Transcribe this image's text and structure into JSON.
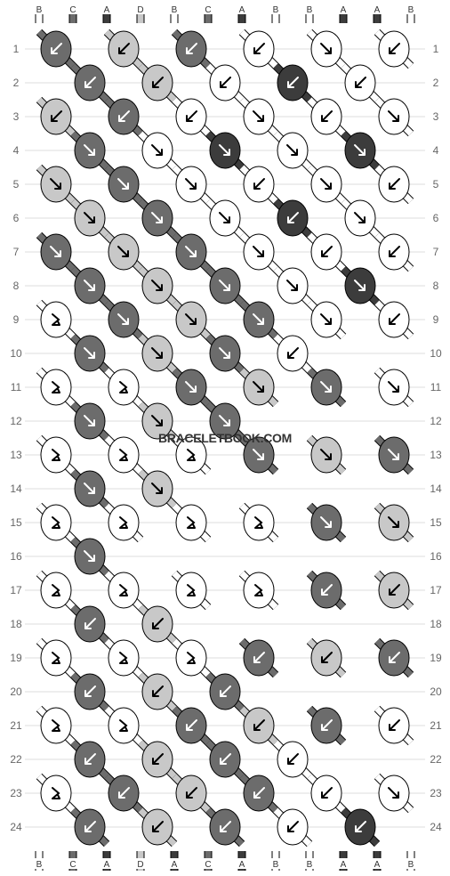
{
  "colors": {
    "A": "#3c3c3c",
    "B": "#ffffff",
    "C": "#6c6c6c",
    "D": "#c8c8c8"
  },
  "strands_top": [
    "B",
    "C",
    "A",
    "D",
    "B",
    "C",
    "A",
    "B",
    "B",
    "A",
    "A",
    "B"
  ],
  "strands_bottom": [
    "B",
    "C",
    "A",
    "D",
    "A",
    "C",
    "A",
    "B",
    "B",
    "A",
    "A",
    "B"
  ],
  "row_numbers": [
    "1",
    "2",
    "3",
    "4",
    "5",
    "6",
    "7",
    "8",
    "9",
    "10",
    "11",
    "12",
    "13",
    "14",
    "15",
    "16",
    "17",
    "18",
    "19",
    "20",
    "21",
    "22",
    "23",
    "24"
  ],
  "watermark": "BRACELETBOOK.COM",
  "knots": {
    "1": [
      [
        "C",
        "bl"
      ],
      [
        "D",
        "bl"
      ],
      [
        "C",
        "bl"
      ],
      [
        "B",
        "bl"
      ],
      [
        "B",
        "br"
      ],
      [
        "B",
        "bl"
      ]
    ],
    "2": [
      [
        "C",
        "bl"
      ],
      [
        "D",
        "bl"
      ],
      [
        "B",
        "bl"
      ],
      [
        "A",
        "bl"
      ],
      [
        "B",
        "bl"
      ]
    ],
    "3": [
      [
        "D",
        "bl"
      ],
      [
        "C",
        "bl"
      ],
      [
        "B",
        "bl"
      ],
      [
        "B",
        "br"
      ],
      [
        "B",
        "bl"
      ],
      [
        "B",
        "br"
      ]
    ],
    "4": [
      [
        "C",
        "br"
      ],
      [
        "B",
        "br"
      ],
      [
        "A",
        "br"
      ],
      [
        "B",
        "br"
      ],
      [
        "A",
        "br"
      ]
    ],
    "5": [
      [
        "D",
        "br"
      ],
      [
        "C",
        "br"
      ],
      [
        "B",
        "br"
      ],
      [
        "B",
        "bl"
      ],
      [
        "B",
        "br"
      ],
      [
        "B",
        "bl"
      ]
    ],
    "6": [
      [
        "D",
        "br"
      ],
      [
        "C",
        "br"
      ],
      [
        "B",
        "br"
      ],
      [
        "A",
        "bl"
      ],
      [
        "B",
        "br"
      ]
    ],
    "7": [
      [
        "C",
        "br"
      ],
      [
        "D",
        "br"
      ],
      [
        "C",
        "br"
      ],
      [
        "B",
        "br"
      ],
      [
        "B",
        "bl"
      ],
      [
        "B",
        "bl"
      ]
    ],
    "8": [
      [
        "C",
        "br"
      ],
      [
        "D",
        "br"
      ],
      [
        "C",
        "br"
      ],
      [
        "B",
        "br"
      ],
      [
        "A",
        "br"
      ]
    ],
    "9": [
      [
        "B",
        "cr"
      ],
      [
        "C",
        "br"
      ],
      [
        "D",
        "br"
      ],
      [
        "C",
        "br"
      ],
      [
        "B",
        "br"
      ],
      [
        "B",
        "bl"
      ]
    ],
    "10": [
      [
        "C",
        "br"
      ],
      [
        "D",
        "br"
      ],
      [
        "C",
        "br"
      ],
      [
        "B",
        "bl"
      ]
    ],
    "11": [
      [
        "B",
        "cr"
      ],
      [
        "B",
        "cr"
      ],
      [
        "C",
        "br"
      ],
      [
        "D",
        "br"
      ],
      [
        "C",
        "br"
      ],
      [
        "B",
        "br"
      ]
    ],
    "12": [
      [
        "C",
        "br"
      ],
      [
        "D",
        "br"
      ],
      [
        "C",
        "br"
      ]
    ],
    "13": [
      [
        "B",
        "cr"
      ],
      [
        "B",
        "cr"
      ],
      [
        "B",
        "cr"
      ],
      [
        "C",
        "br"
      ],
      [
        "D",
        "br"
      ],
      [
        "C",
        "br"
      ]
    ],
    "14": [
      [
        "C",
        "br"
      ],
      [
        "D",
        "br"
      ]
    ],
    "15": [
      [
        "B",
        "cr"
      ],
      [
        "B",
        "cr"
      ],
      [
        "B",
        "cr"
      ],
      [
        "B",
        "cr"
      ],
      [
        "C",
        "br"
      ],
      [
        "D",
        "br"
      ]
    ],
    "16": [
      [
        "C",
        "br"
      ]
    ],
    "17": [
      [
        "B",
        "cr"
      ],
      [
        "B",
        "cr"
      ],
      [
        "B",
        "cr"
      ],
      [
        "B",
        "cr"
      ],
      [
        "C",
        "bl"
      ],
      [
        "D",
        "bl"
      ]
    ],
    "18": [
      [
        "C",
        "bl"
      ],
      [
        "D",
        "bl"
      ]
    ],
    "19": [
      [
        "B",
        "cr"
      ],
      [
        "B",
        "cr"
      ],
      [
        "B",
        "cr"
      ],
      [
        "C",
        "bl"
      ],
      [
        "D",
        "bl"
      ],
      [
        "C",
        "bl"
      ]
    ],
    "20": [
      [
        "C",
        "bl"
      ],
      [
        "D",
        "bl"
      ],
      [
        "C",
        "bl"
      ]
    ],
    "21": [
      [
        "B",
        "cr"
      ],
      [
        "B",
        "cr"
      ],
      [
        "C",
        "bl"
      ],
      [
        "D",
        "bl"
      ],
      [
        "C",
        "bl"
      ],
      [
        "B",
        "bl"
      ]
    ],
    "22": [
      [
        "C",
        "bl"
      ],
      [
        "D",
        "bl"
      ],
      [
        "C",
        "bl"
      ],
      [
        "B",
        "bl"
      ]
    ],
    "23": [
      [
        "B",
        "cr"
      ],
      [
        "C",
        "bl"
      ],
      [
        "D",
        "bl"
      ],
      [
        "C",
        "bl"
      ],
      [
        "B",
        "bl"
      ],
      [
        "B",
        "br"
      ]
    ],
    "24": [
      [
        "C",
        "bl"
      ],
      [
        "D",
        "bl"
      ],
      [
        "C",
        "bl"
      ],
      [
        "B",
        "bl"
      ],
      [
        "A",
        "bl"
      ]
    ]
  }
}
